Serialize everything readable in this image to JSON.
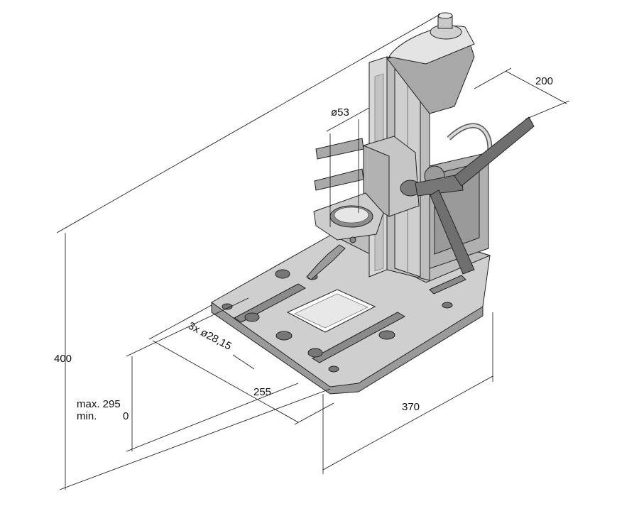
{
  "dimensions": {
    "overall_height": "400",
    "stroke_max": "max. 295",
    "stroke_min": "min.",
    "stroke_min_value": "0",
    "base_width": "255",
    "base_depth": "370",
    "column_offset": "200",
    "clamp_diameter": "ø53",
    "holes": "3x ø28,15"
  },
  "colors": {
    "metal_light": "#d4d4d4",
    "metal_mid": "#b3b3b3",
    "metal_dark": "#8f8f8f",
    "base_side": "#9a9a9a",
    "handle": "#6f6f6f",
    "line": "#111111"
  }
}
